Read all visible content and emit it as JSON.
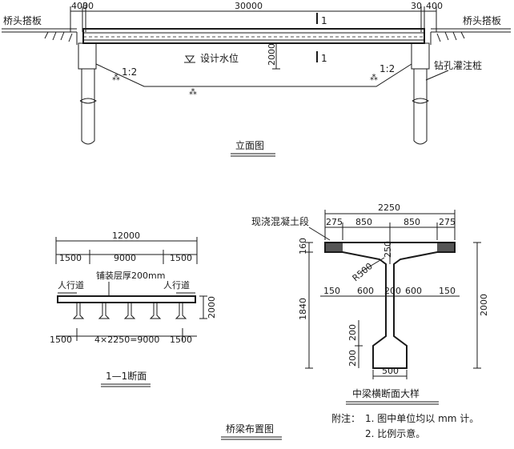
{
  "elevation": {
    "dims_top": [
      "400",
      "30",
      "30000",
      "30",
      "400"
    ],
    "left_label": "桥头搭板",
    "right_label": "桥头搭板",
    "water_label": "设计水位",
    "slope_left": "1:2",
    "slope_right": "1:2",
    "pile_label": "钻孔灌注桩",
    "height_dim": "2000",
    "section_mark_top": "1",
    "section_mark_bottom": "1",
    "title": "立面图"
  },
  "cross_section": {
    "total_width": "12000",
    "dims_top": [
      "1500",
      "9000",
      "1500"
    ],
    "pavement_label": "铺装层厚200mm",
    "sidewalk_left": "人行道",
    "sidewalk_right": "人行道",
    "height_dim": "2000",
    "dims_bottom": [
      "1500",
      "4×2250=9000",
      "1500"
    ],
    "title": "1—1断面"
  },
  "girder": {
    "cast_label": "现浇混凝土段",
    "total_width": "2250",
    "dims_top": [
      "275",
      "850",
      "850",
      "275"
    ],
    "flange_dim": "160",
    "radius_label": "R500",
    "web_top_dim": "250",
    "web_height_dim": "1840",
    "total_height_dim": "2000",
    "dims_mid": [
      "150",
      "600",
      "200",
      "600",
      "150"
    ],
    "bulb_dims": [
      "200",
      "200"
    ],
    "bottom_width": "500",
    "title": "中梁横断面大样"
  },
  "footer": {
    "layout_title": "桥梁布置图",
    "note_prefix": "附注：",
    "note_1": "1. 图中单位均以 mm 计。",
    "note_2": "2. 比例示意。"
  }
}
